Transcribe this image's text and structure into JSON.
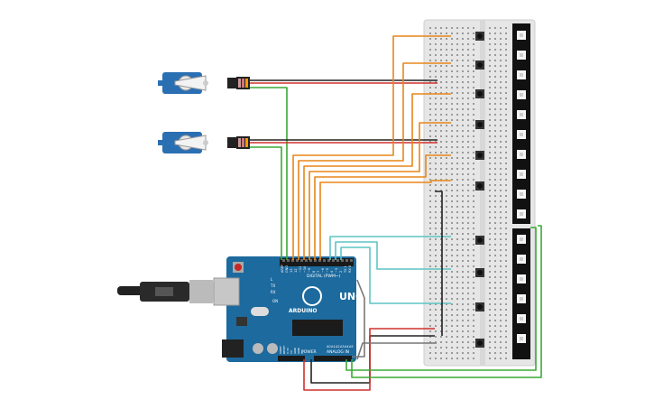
{
  "board": {
    "logo": "UNO",
    "brand": "ARDUINO",
    "digital_header": "DIGITAL (PWM~)",
    "power_label": "POWER",
    "analog_label": "ANALOG IN",
    "tx_label": "TX",
    "rx_label": "RX",
    "l_label": "L",
    "on_label": "ON",
    "pin_labels": [
      "AREF",
      "GND",
      "13",
      "12",
      "~11",
      "~10",
      "~9",
      "8",
      "7",
      "~6",
      "~5",
      "4",
      "~3",
      "2",
      "TX 1",
      "RX 0"
    ],
    "power_pins": [
      "IOREF",
      "RESET",
      "3.3V",
      "5V",
      "GND",
      "GND",
      "Vin"
    ],
    "analog_pins": [
      "A0",
      "A1",
      "A2",
      "A3",
      "A4",
      "A5"
    ]
  },
  "colors": {
    "wire_orange": "#e8861a",
    "wire_green": "#3aaa35",
    "wire_red": "#d0312d",
    "wire_black": "#222222",
    "wire_cyan": "#5ec4c4",
    "wire_gray": "#777777",
    "board_blue": "#1d6a9e",
    "servo_blue": "#2b6fb3",
    "breadboard": "#e6e6e6",
    "led_strip": "#111111"
  }
}
